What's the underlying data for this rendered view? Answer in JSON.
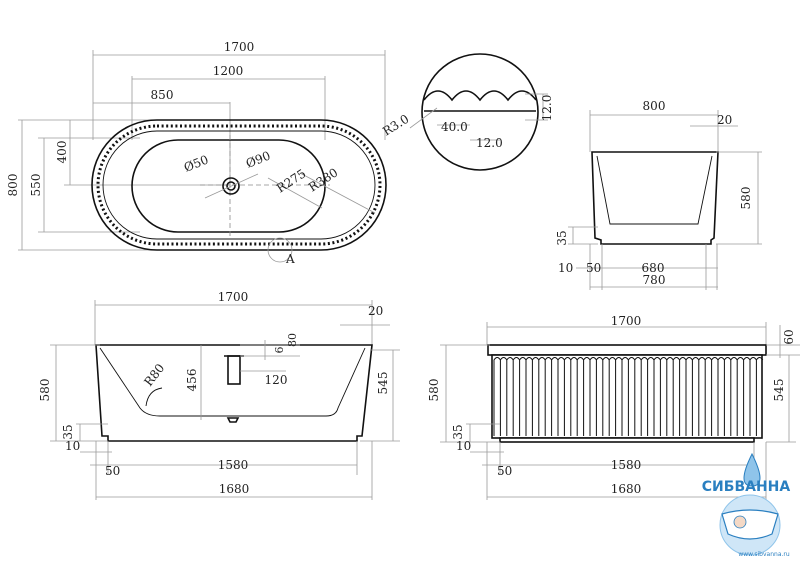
{
  "top_view": {
    "overall_length": "1700",
    "inner_length": "1200",
    "drain_offset": "850",
    "overall_width": "800",
    "inner_width": "550",
    "half_width": "400",
    "drain_dia_small": "Ø50",
    "drain_dia_large": "Ø90",
    "inner_radius": "R275",
    "outer_radius": "R380",
    "detail_marker": "A"
  },
  "detail_a": {
    "radius": "R3.0",
    "groove_pitch": "40.0",
    "groove_width": "12.0",
    "groove_depth": "12.0"
  },
  "end_view": {
    "top_width": "800",
    "rim": "20",
    "height": "580",
    "plinth": "35",
    "offset_left": "10",
    "offset_inner": "50",
    "inner_base": "680",
    "base_width": "780"
  },
  "side_section": {
    "overall_length": "1700",
    "rim": "20",
    "height": "580",
    "inner_height": "545",
    "depth": "456",
    "bottom_radius": "R80",
    "overflow_a": "6",
    "overflow_b": "80",
    "overflow_width": "120",
    "plinth": "35",
    "offset_left": "10",
    "offset_inner": "50",
    "base_length": "1580",
    "outer_base": "1680"
  },
  "front_view": {
    "overall_length": "1700",
    "rim": "60",
    "height": "580",
    "inner_height": "545",
    "plinth": "35",
    "offset_left": "10",
    "offset_inner": "50",
    "base_length": "1580",
    "outer_base": "1680"
  },
  "brand": {
    "name": "СИБВАННА",
    "url": "www.sibvanna.ru",
    "color": "#2a7fc0"
  }
}
